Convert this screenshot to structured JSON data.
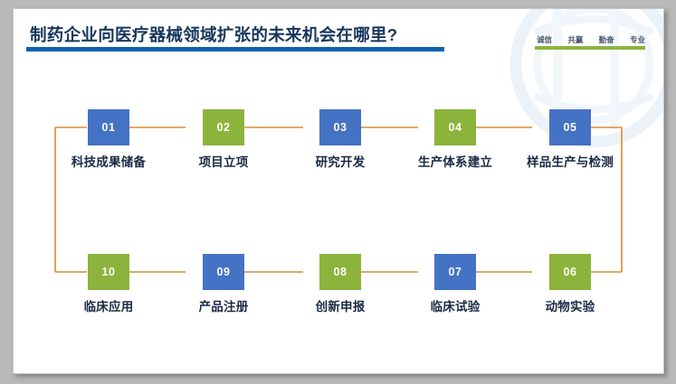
{
  "slide": {
    "title": "制药企业向医疗器械领域扩张的未来机会在哪里?",
    "slogan": [
      "诚信",
      "共赢",
      "勤奋",
      "专业"
    ],
    "colors": {
      "title_text": "#17365d",
      "title_rule": "#0c63b0",
      "slogan_rule": "#8cb43c",
      "box_blue": "#4472c4",
      "box_green": "#8cb43c",
      "connector": "#e08a2e",
      "label_text": "#1b2a44",
      "slide_background": "#ffffff",
      "page_background": "#b9b9b9"
    }
  },
  "flow": {
    "row1": [
      {
        "number": "01",
        "label": "科技成果储备",
        "color": "blue"
      },
      {
        "number": "02",
        "label": "项目立项",
        "color": "green"
      },
      {
        "number": "03",
        "label": "研究开发",
        "color": "blue"
      },
      {
        "number": "04",
        "label": "生产体系建立",
        "color": "green"
      },
      {
        "number": "05",
        "label": "样品生产与检测",
        "color": "blue"
      }
    ],
    "row2": [
      {
        "number": "10",
        "label": "临床应用",
        "color": "green"
      },
      {
        "number": "09",
        "label": "产品注册",
        "color": "blue"
      },
      {
        "number": "08",
        "label": "创新申报",
        "color": "green"
      },
      {
        "number": "07",
        "label": "临床试验",
        "color": "blue"
      },
      {
        "number": "06",
        "label": "动物实验",
        "color": "green"
      }
    ]
  }
}
